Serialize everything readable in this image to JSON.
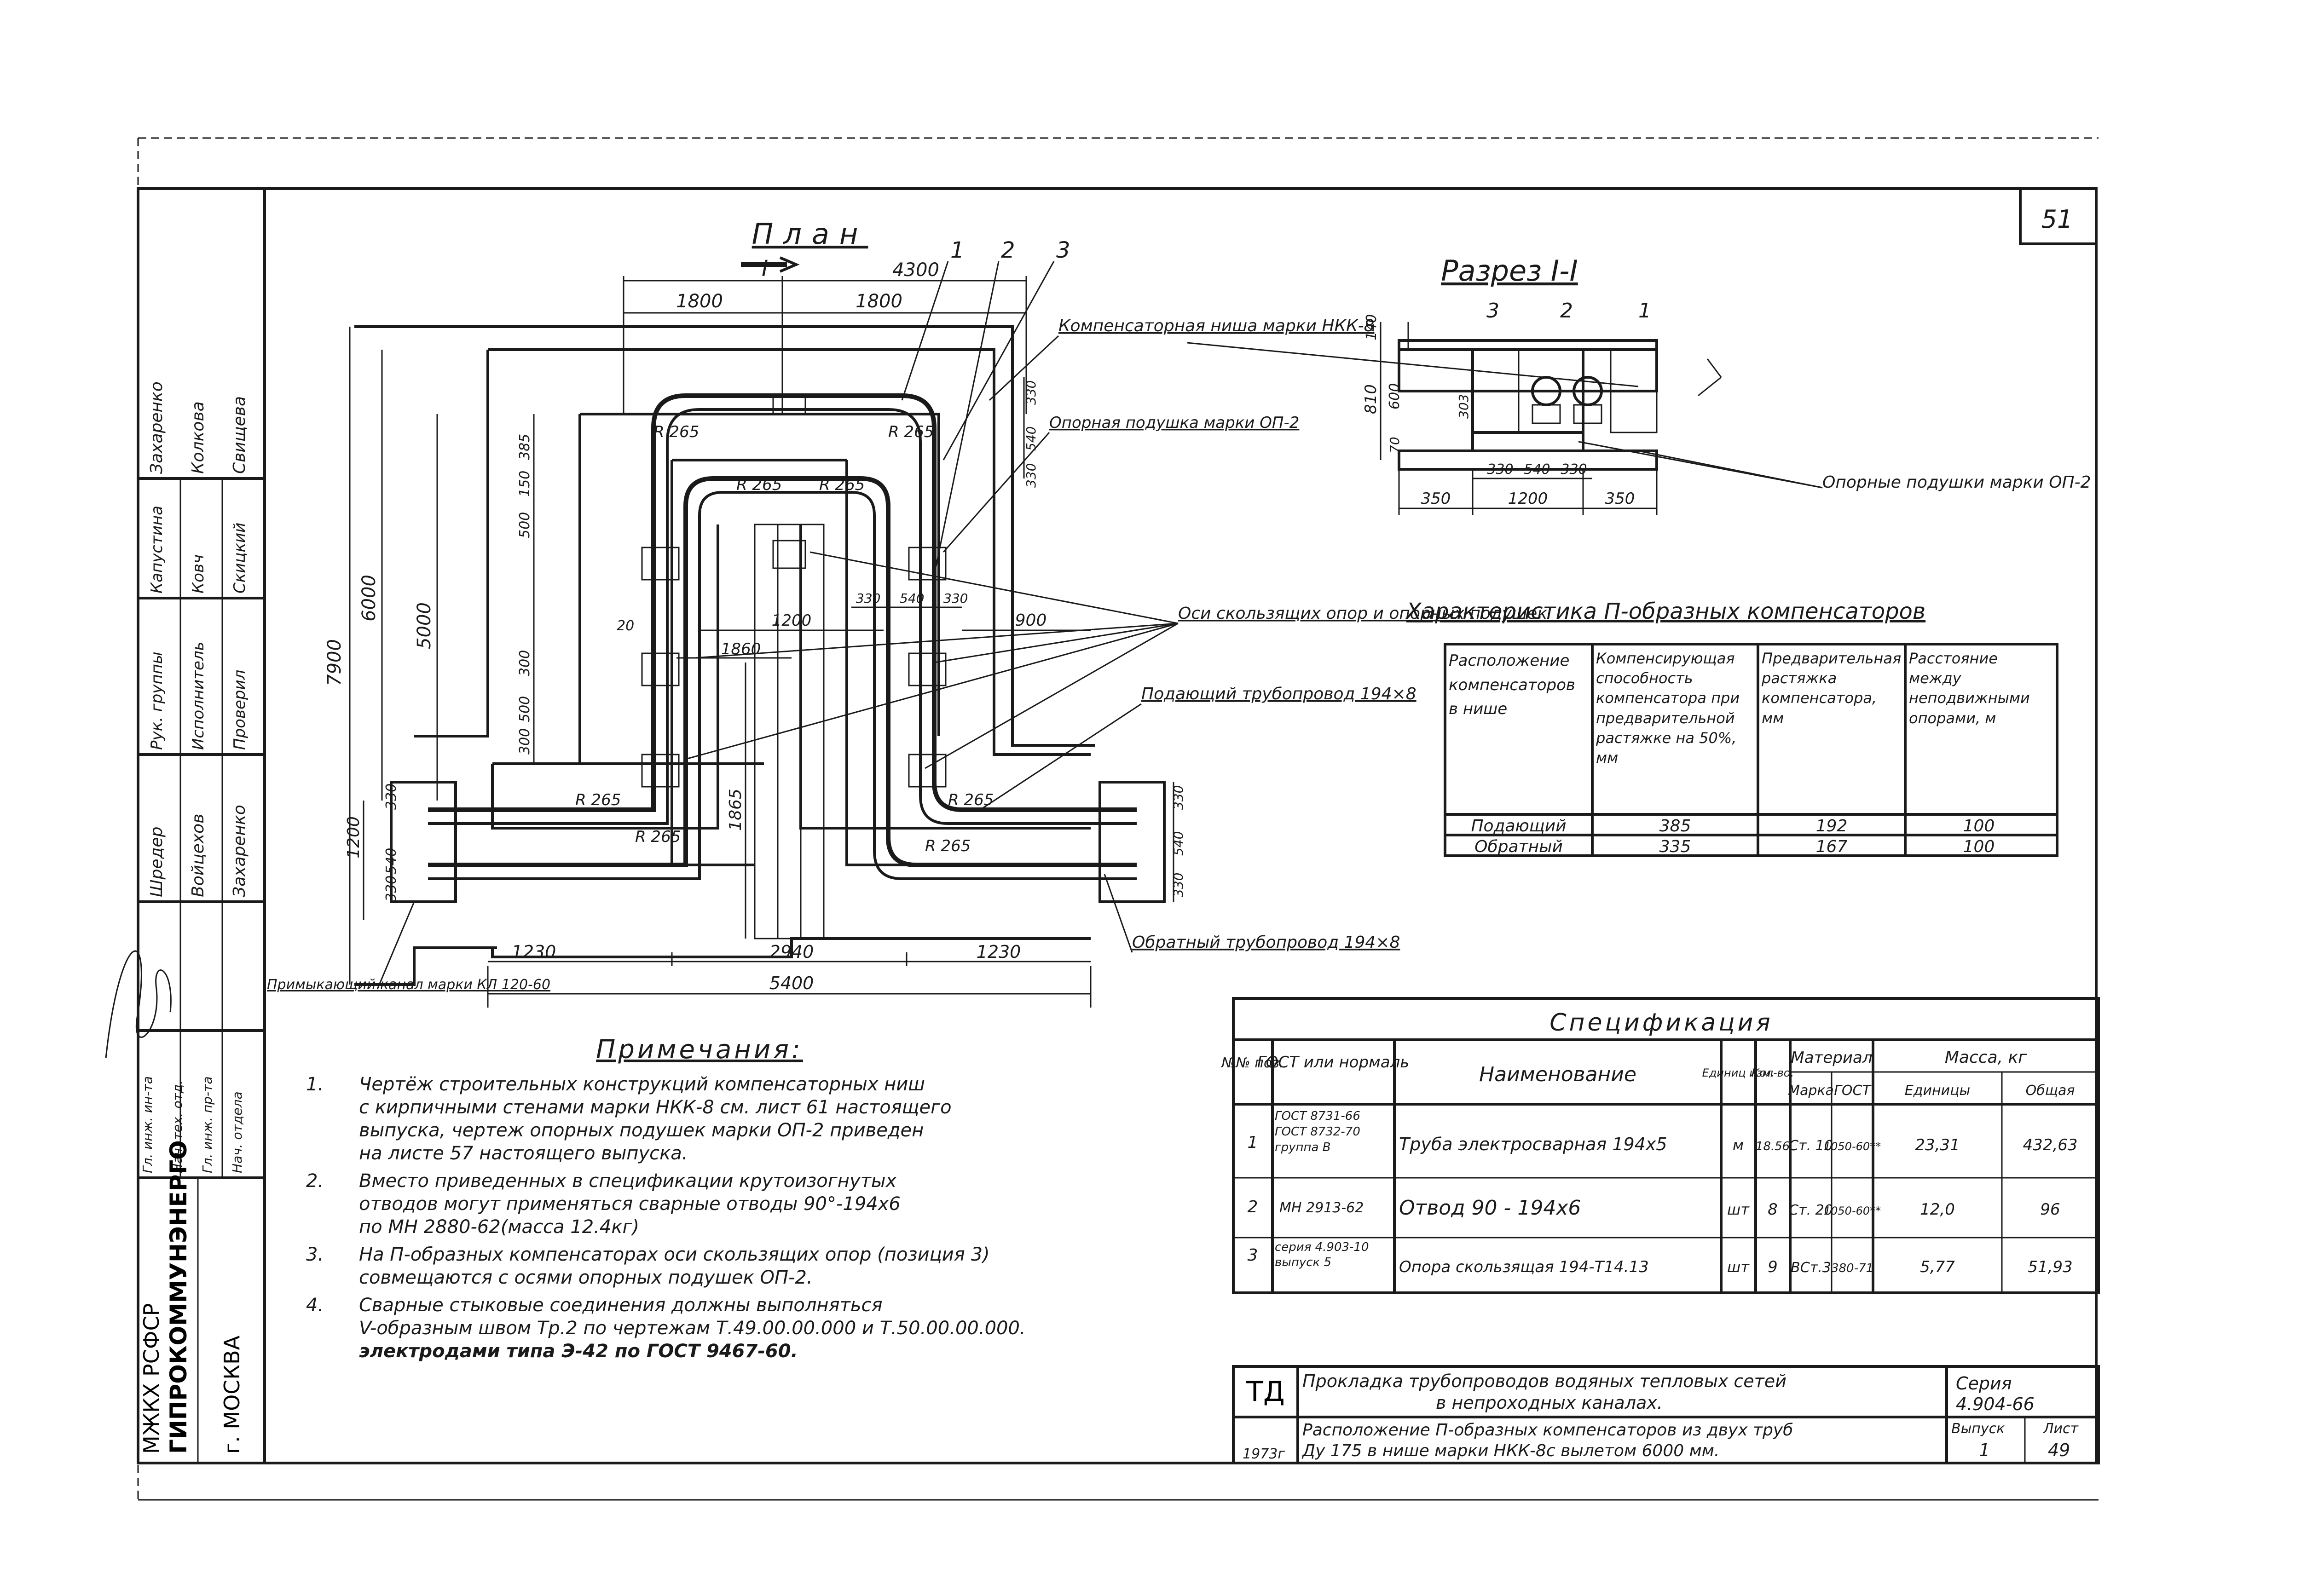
{
  "page_number": "51",
  "plan": {
    "title": "План",
    "section_mark": "I",
    "callouts": [
      "1",
      "2",
      "3"
    ],
    "dims": {
      "top_total": "4300",
      "top_left": "1800",
      "top_right": "1800",
      "left_outer": "7900",
      "left_mid": "6000",
      "left_inner": "5000",
      "left_bottom": "1200",
      "left_a": "330",
      "left_b": "540",
      "left_c": "330",
      "left_d": "385",
      "left_e": "500",
      "left_f": "150",
      "left_g": "300",
      "left_h": "500",
      "left_i": "300",
      "inner_a": "1200",
      "inner_b": "1860",
      "inner_c": "20",
      "right_a": "330",
      "right_b": "540",
      "right_c": "330",
      "right_d": "900",
      "right_e": "1865",
      "right_top_a": "330",
      "right_top_b": "540",
      "right_top_c": "330",
      "rb_a": "330",
      "rb_b": "540",
      "rb_c": "330",
      "bottom_left": "1230",
      "bottom_mid": "2940",
      "bottom_right": "1230",
      "bottom_total": "5400"
    },
    "radii": [
      "R 265",
      "R 265",
      "R 265",
      "R 265",
      "R 265",
      "R 265",
      "R 265",
      "R 265"
    ],
    "labels": {
      "niche": "Компенсаторная ниша марки НКК-8",
      "support_pad": "Опорная подушка марки ОП-2",
      "sliding_axes": "Оси скользящих опор и опорных подушек",
      "supply_pipe": "Подающий трубопровод 194×8",
      "return_pipe": "Обратный трубопровод 194×8",
      "adjoining_channel": "Примыкающий канал марки КЛ 120-60"
    }
  },
  "section": {
    "title": "Разрез I-I",
    "callouts": [
      "3",
      "2",
      "1"
    ],
    "dims": {
      "h_total": "810",
      "h_a": "140",
      "h_b": "600",
      "h_c": "303",
      "h_d": "70",
      "w_a": "330",
      "w_b": "540",
      "w_c": "330",
      "w_left": "350",
      "w_mid": "1200",
      "w_right": "350"
    },
    "label": "Опорные подушки марки ОП-2"
  },
  "characteristics": {
    "title": "Характеристика П-образных компенсаторов",
    "headers": [
      "Расположение компенсаторов в нише",
      "Компенсирующая способность компенсатора при предварительной растяжке на 50%, мм",
      "Предварительная растяжка компенсатора, мм",
      "Расстояние между неподвижными опорами, м"
    ],
    "units": [
      "",
      "мм",
      "мм",
      "м"
    ],
    "rows": [
      [
        "Подающий",
        "385",
        "192",
        "100"
      ],
      [
        "Обратный",
        "335",
        "167",
        "100"
      ]
    ]
  },
  "spec": {
    "title": "Спецификация",
    "headers": {
      "pos": "№№ поз.",
      "gost": "ГОСТ или нормаль",
      "name": "Наименование",
      "unit": "Единиц изм.",
      "qty": "Кол-во.",
      "material": "Материал",
      "grade": "Марка",
      "mat_gost": "ГОСТ",
      "mass": "Масса, кг",
      "mass_unit": "Единицы",
      "mass_total": "Общая"
    },
    "rows": [
      {
        "pos": "1",
        "gost": "ГОСТ 8731-66 ГОСТ 8732-70 группа В",
        "name": "Труба электросварная 194х5",
        "unit": "м",
        "qty": "18.56",
        "grade": "Ст. 10",
        "mat_gost": "1050-60**",
        "mass_unit": "23,31",
        "mass_total": "432,63"
      },
      {
        "pos": "2",
        "gost": "МН 2913-62",
        "name": "Отвод 90 - 194х6",
        "unit": "шт",
        "qty": "8",
        "grade": "Ст. 20",
        "mat_gost": "1050-60**",
        "mass_unit": "12,0",
        "mass_total": "96"
      },
      {
        "pos": "3",
        "gost": "серия 4.903-10 выпуск 5",
        "name": "Опора скользящая 194-Т14.13",
        "unit": "шт",
        "qty": "9",
        "grade": "ВСт.3",
        "mat_gost": "380-71",
        "mass_unit": "5,77",
        "mass_total": "51,93"
      }
    ]
  },
  "notes": {
    "title": "Примечания:",
    "items": [
      {
        "num": "1.",
        "lines": [
          "Чертёж строительных конструкций компенсаторных ниш",
          "с кирпичными стенами марки НКК-8 см. лист 61 настоящего",
          "выпуска, чертеж опорных подушек марки ОП-2 приведен",
          "на листе 57 настоящего выпуска."
        ]
      },
      {
        "num": "2.",
        "lines": [
          "Вместо приведенных в спецификации крутоизогнутых",
          "отводов могут применяться сварные отводы 90°-194х6",
          "по МН 2880-62(масса 12.4кг)"
        ]
      },
      {
        "num": "3.",
        "lines": [
          "На П-образных компенсаторах оси скользящих опор (позиция 3)",
          "совмещаются с осями опорных подушек ОП-2."
        ]
      },
      {
        "num": "4.",
        "lines": [
          "Сварные стыковые соединения должны выполняться",
          "V-образным швом Тр.2 по чертежам Т.49.00.00.000 и Т.50.00.00.000.",
          "электродами типа Э-42 по ГОСТ 9467-60."
        ]
      }
    ]
  },
  "title_block": {
    "mark": "ТД",
    "year": "1973г",
    "title_1": "Прокладка трубопроводов водяных тепловых сетей",
    "title_2": "в непроходных каналах.",
    "sub_1": "Расположение П-образных компенсаторов из двух труб",
    "sub_2": "Ду 175 в нише марки НКК-8с вылетом 6000 мм.",
    "series_label": "Серия",
    "series": "4.904-66",
    "issue_label": "Выпуск",
    "issue": "1",
    "sheet_label": "Лист",
    "sheet": "49"
  },
  "side_stamp": {
    "org_1": "МЖКХ РСФСР",
    "org_2": "ГИПРОКОММУНЭНЕРГО",
    "city": "г. МОСКВА",
    "roles": [
      "Гл. инж. ин-та",
      "Нач. тех. отд.",
      "Гл. инж. пр-та",
      "Нач. отдела"
    ],
    "cols": [
      [
        "Шредер",
        "Войцехов",
        "Захаренко"
      ],
      [
        "Рук. группы",
        "Исполнитель",
        "Проверил"
      ],
      [
        "Капустина",
        "Ковч",
        "Скицкий"
      ],
      [
        "Захаренко",
        "Колкова",
        "Свищева"
      ]
    ]
  }
}
